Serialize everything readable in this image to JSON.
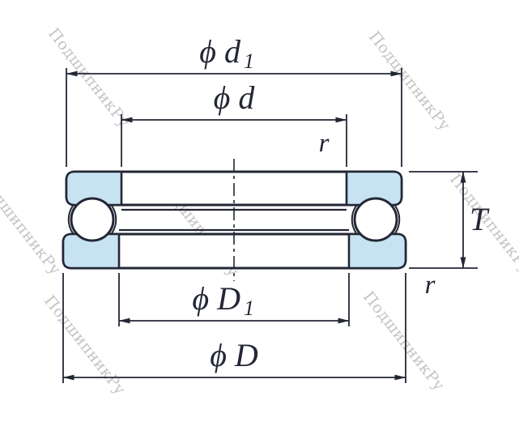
{
  "watermark": {
    "text": "ПодшипникРу"
  },
  "colors": {
    "line": "#232735",
    "washer_fill": "#c7e3f2",
    "watermark": "#b5b5b5",
    "background": "#ffffff"
  },
  "dimensions": {
    "shaft_washer_outside": {
      "main": "ϕ d",
      "sub": "1"
    },
    "bore": {
      "main": "ϕ d"
    },
    "corner_radius_top": "r",
    "height": "T",
    "corner_radius_bottom": "r",
    "housing_washer_bore": {
      "main": "ϕ D",
      "sub": "1"
    },
    "outside": {
      "main": "ϕ D"
    }
  }
}
